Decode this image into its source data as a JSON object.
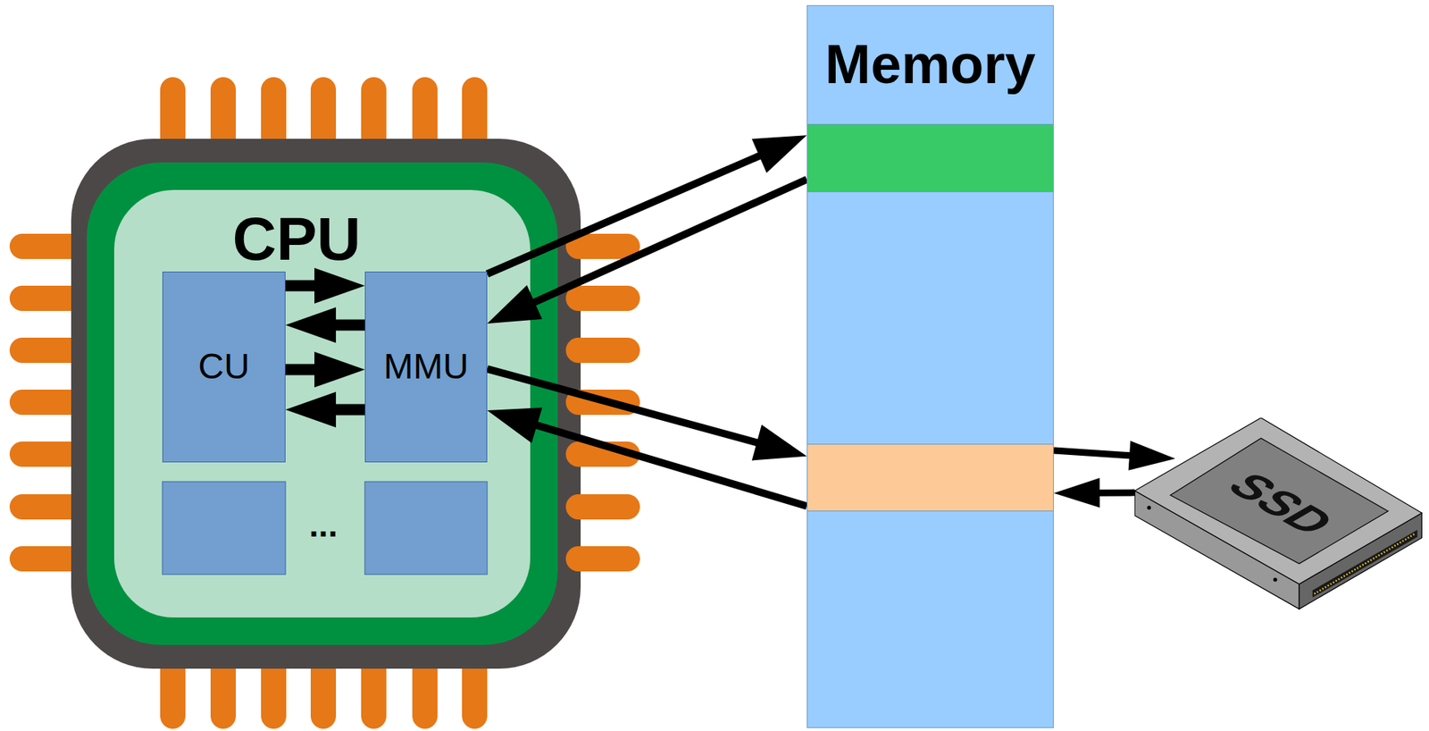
{
  "diagram": {
    "nodes": [
      {
        "text": [
          "CPU"
        ]
      },
      {
        "text": [
          "CU"
        ],
        "in": 0
      },
      {
        "text": [
          "MMU"
        ],
        "in": 0
      },
      {
        "text": [
          "Memory"
        ]
      },
      {
        "text": [
          "SSD"
        ]
      }
    ],
    "edges": [
      {
        "from": 1,
        "to": 2,
        "arrow": "to"
      },
      {
        "from": 2,
        "to": 1,
        "arrow": "to"
      },
      {
        "from": 1,
        "to": 2,
        "arrow": "to"
      },
      {
        "from": 2,
        "to": 1,
        "arrow": "to"
      },
      {
        "from": 2,
        "to": 3,
        "arrow": "to"
      },
      {
        "from": 3,
        "to": 2,
        "arrow": "to"
      },
      {
        "from": 2,
        "to": 3,
        "arrow": "to"
      },
      {
        "from": 3,
        "to": 2,
        "arrow": "to"
      },
      {
        "from": 3,
        "to": 4,
        "arrow": "to"
      },
      {
        "from": 4,
        "to": 3,
        "arrow": "to"
      }
    ],
    "labels": [
      "..."
    ]
  }
}
